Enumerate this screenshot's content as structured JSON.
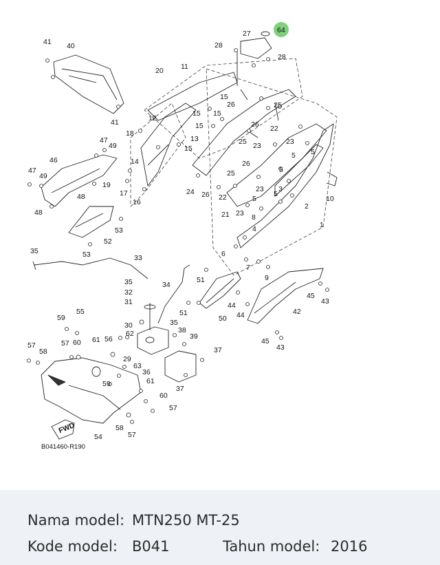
{
  "diagram": {
    "code": "B041460-R190",
    "fwd_label": "FWD",
    "highlight_color": "#7ed07a",
    "callouts": [
      "1",
      "2",
      "3",
      "4",
      "5",
      "6",
      "7",
      "8",
      "9",
      "10",
      "11",
      "12",
      "13",
      "14",
      "15",
      "16",
      "17",
      "18",
      "19",
      "20",
      "21",
      "22",
      "23",
      "24",
      "25",
      "26",
      "27",
      "28",
      "29",
      "30",
      "31",
      "32",
      "33",
      "34",
      "35",
      "36",
      "37",
      "38",
      "39",
      "40",
      "41",
      "42",
      "43",
      "44",
      "45",
      "46",
      "47",
      "48",
      "49",
      "50",
      "51",
      "52",
      "53",
      "54",
      "55",
      "56",
      "57",
      "58",
      "59",
      "60",
      "61",
      "62",
      "63",
      "64"
    ]
  },
  "model_info": {
    "name_label": "Nama model:",
    "name_value": "MTN250 MT-25",
    "code_label": "Kode model:",
    "code_value": "B041",
    "year_label": "Tahun model:",
    "year_value": "2016"
  }
}
